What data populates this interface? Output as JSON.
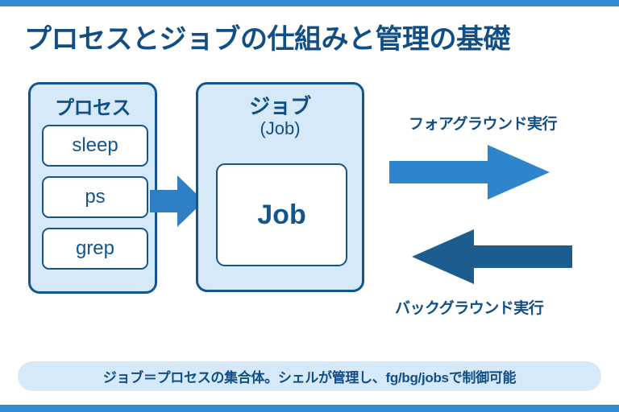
{
  "slide": {
    "title": "プロセスとジョブの仕組みと管理の基礎",
    "accent_bar_color": "#2E8BD4",
    "title_color": "#114E86",
    "background_color": "#FFFFFF"
  },
  "process_panel": {
    "heading": "プロセス",
    "fill_color": "#D6E9F9",
    "border_color": "#13568F",
    "items": [
      {
        "label": "sleep"
      },
      {
        "label": "ps"
      },
      {
        "label": "grep"
      }
    ]
  },
  "connector": {
    "icon": "arrow-right-icon",
    "color": "#2E7FC4",
    "direction": "right"
  },
  "job_panel": {
    "heading_ja": "ジョブ",
    "heading_en": "(Job)",
    "inner_label": "Job",
    "fill_color": "#D6E9F9",
    "border_color": "#13568F"
  },
  "flows": {
    "foreground": {
      "label": "フォアグラウンド実行",
      "icon": "arrow-right-icon",
      "direction": "right",
      "color": "#2E85CC"
    },
    "background": {
      "label": "バックグラウンド実行",
      "icon": "arrow-left-icon",
      "direction": "left",
      "color": "#1D5C8E"
    }
  },
  "footer": {
    "text": "ジョブ＝プロセスの集合体。シェルが管理し、fg/bg/jobsで制御可能",
    "fill_color": "#D6E9F9",
    "text_color": "#114E86"
  }
}
